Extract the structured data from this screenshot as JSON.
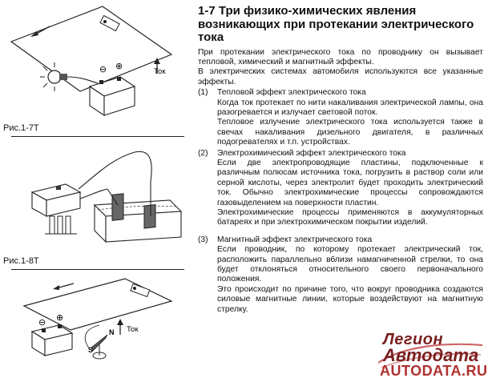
{
  "figures": {
    "fig1": {
      "caption": "Рис.1-7T",
      "current_label": "Ток",
      "minus": "⊖",
      "plus": "⊕"
    },
    "fig2": {
      "caption": "Рис.1-8T"
    },
    "fig3": {
      "current_label": "Ток",
      "minus": "⊖",
      "plus": "⊕",
      "pole_n": "N",
      "pole_s": "S"
    }
  },
  "section": {
    "title": "1-7 Три физико-химических явления возникающих при протекании электрического тока",
    "intro": [
      "При протекании электрического тока по проводнику он вызывает тепловой, химический и магнитный эффекты.",
      "В электрических системах автомобиля используются все указанные эффекты."
    ],
    "items": [
      {
        "num": "(1)",
        "heading": "Тепловой эффект электрического тока",
        "paras": [
          "Когда ток протекает по нити накаливания электрической лампы, она разогревается и излучает световой поток.",
          "Тепловое излучение электрического тока используется также в свечах накаливания дизельного двигателя, в различных подогревателях и т.п. устройствах."
        ]
      },
      {
        "num": "(2)",
        "heading": "Электрохимический эффект электрического тока",
        "paras": [
          "Если две электропроводящие пластины, подключенные к различным полюсам источника тока, погрузить в раствор соли или серной кислоты, через электролит будет проходить электрический ток. Обычно электрохимические процессы сопровождаются газовыделением на поверхности пластин.",
          "Электрохимические процессы применяются в аккумуляторных батареях и при электрохимическом покрытии изделий."
        ]
      },
      {
        "num": "(3)",
        "heading": "Магнитный эффект электрического тока",
        "paras": [
          "Если проводник, по которому протекает электрический ток, расположить параллельно вблизи намагниченной стрелки, то она будет отклоняться относительного своего первоначального положения.",
          "Это происходит по причине того, что вокруг проводника создаются силовые магнитные линии, которые воздействуют на магнитную стрелку."
        ]
      }
    ]
  },
  "watermark": {
    "brand_line1": "Легион",
    "brand_line2": "Автодата",
    "url": "AUTODATA.RU"
  }
}
